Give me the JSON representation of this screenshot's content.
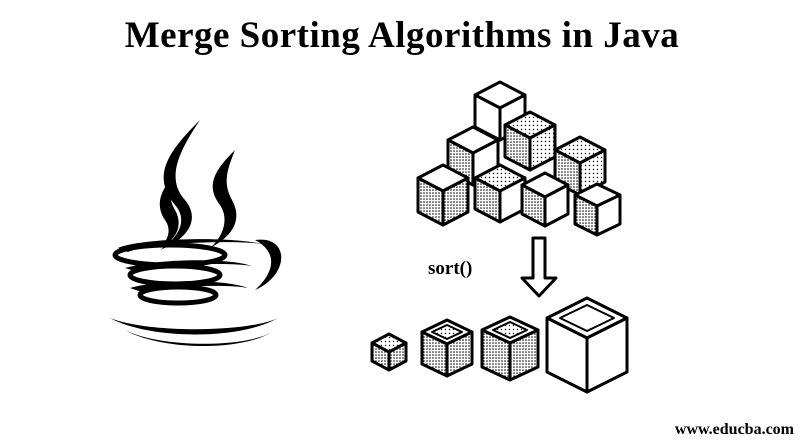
{
  "title": "Merge Sorting Algorithms in Java",
  "sort_label": "sort()",
  "watermark": "www.educba.com",
  "colors": {
    "ink": "#000000",
    "background": "#ffffff"
  },
  "icons": [
    "java-cup-logo-icon",
    "cube-cluster-icon",
    "down-arrow-icon",
    "cube-row-icon"
  ]
}
